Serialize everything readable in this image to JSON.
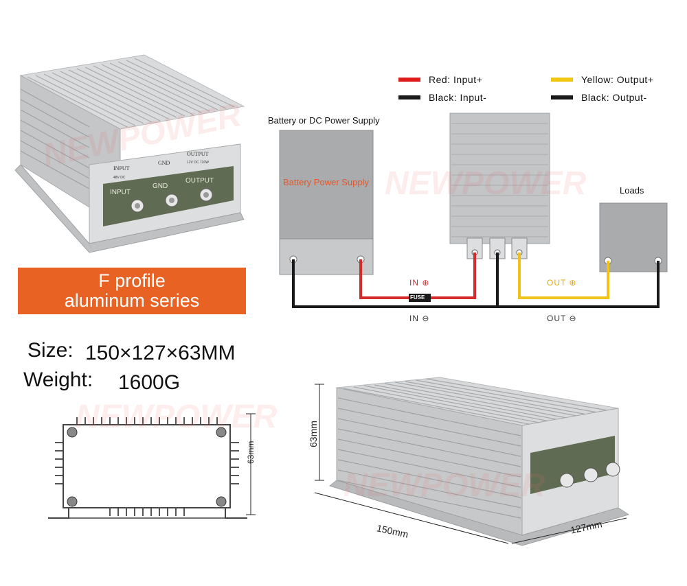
{
  "legend": [
    {
      "color": "#e01b1b",
      "label": "Red: Input+"
    },
    {
      "color": "#1a1a1a",
      "label": "Black: Input-"
    },
    {
      "color": "#f2c714",
      "label": "Yellow: Output+"
    },
    {
      "color": "#1a1a1a",
      "label": "Black: Output-"
    }
  ],
  "battery": {
    "caption": "Battery or DC Power Supply",
    "body_text": "Battery Power Supply"
  },
  "loads": {
    "caption": "Loads"
  },
  "wiring": {
    "in_plus": "IN ⊕",
    "in_minus": "IN ⊖",
    "out_plus": "OUT ⊕",
    "out_minus": "OUT ⊖",
    "fuse": "FUSE"
  },
  "product_panel": {
    "input": "INPUT",
    "input_spec": "48V DC",
    "gnd": "GND",
    "output": "OUTPUT",
    "output_spec": "12V DC 720W",
    "terminal_input": "INPUT",
    "terminal_gnd": "GND",
    "terminal_output": "OUTPUT"
  },
  "banner": {
    "line1": "F profile",
    "line2": "aluminum series"
  },
  "specs": {
    "size_label": "Size:",
    "size_value": "150×127×63MM",
    "weight_label": "Weight:",
    "weight_value": "1600G"
  },
  "dimensions": {
    "drawing_height": "63mm",
    "height": "63mm",
    "length": "150mm",
    "width": "127mm"
  },
  "watermark": "NEWPOWER",
  "colors": {
    "accent": "#e86223",
    "red_wire": "#d42a2a",
    "yellow_wire": "#efc21a",
    "black_wire": "#1a1a1a",
    "aluminum": "#c9cbcd",
    "terminal_panel": "#5f6b52"
  }
}
